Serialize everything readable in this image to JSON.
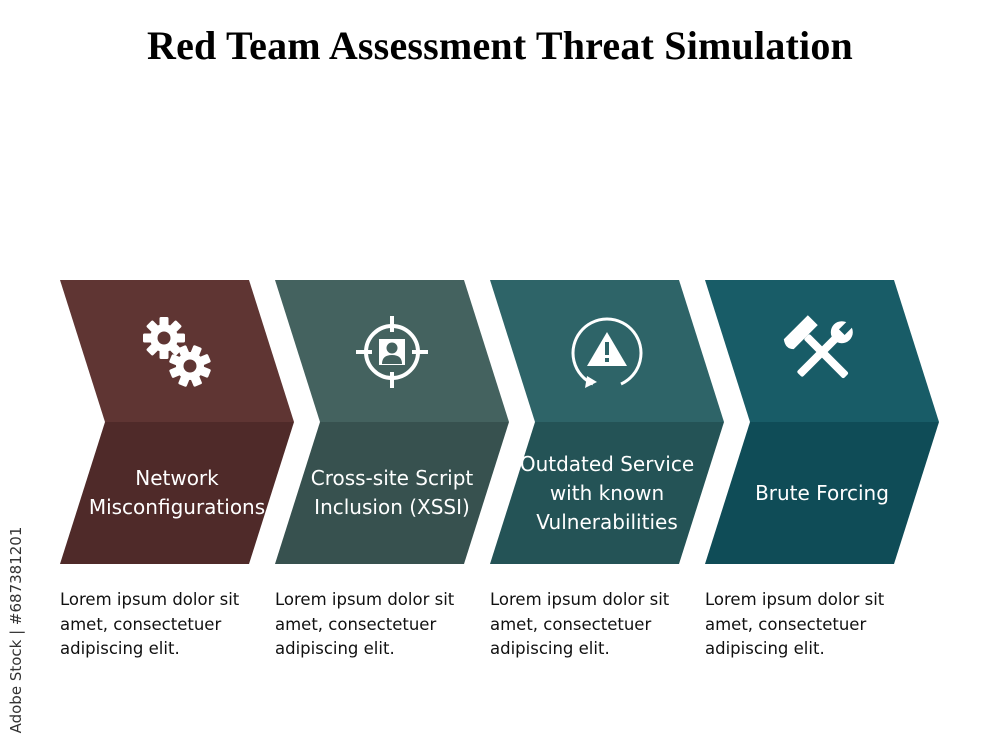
{
  "title": "Red Team Assessment Threat Simulation",
  "watermark": "Adobe Stock | #687381201",
  "steps": [
    {
      "label": "Network\nMisconfigurations",
      "icon": "gears-icon",
      "color_top": "#5f3533",
      "color_bottom": "#4f2a29",
      "description": "Lorem ipsum dolor sit amet, consectetuer adipiscing elit."
    },
    {
      "label": "Cross-site Script\nInclusion (XSSI)",
      "icon": "target-person-icon",
      "color_top": "#44625f",
      "color_bottom": "#37514f",
      "description": "Lorem ipsum dolor sit amet, consectetuer adipiscing elit."
    },
    {
      "label": "Outdated Service\nwith known\nVulnerabilities",
      "icon": "warning-refresh-icon",
      "color_top": "#2e6468",
      "color_bottom": "#245356",
      "description": "Lorem ipsum dolor sit amet, consectetuer adipiscing elit."
    },
    {
      "label": "Brute Forcing",
      "icon": "hammer-wrench-icon",
      "color_top": "#185c67",
      "color_bottom": "#0f4c57",
      "description": "Lorem ipsum dolor sit amet, consectetuer adipiscing elit."
    }
  ]
}
